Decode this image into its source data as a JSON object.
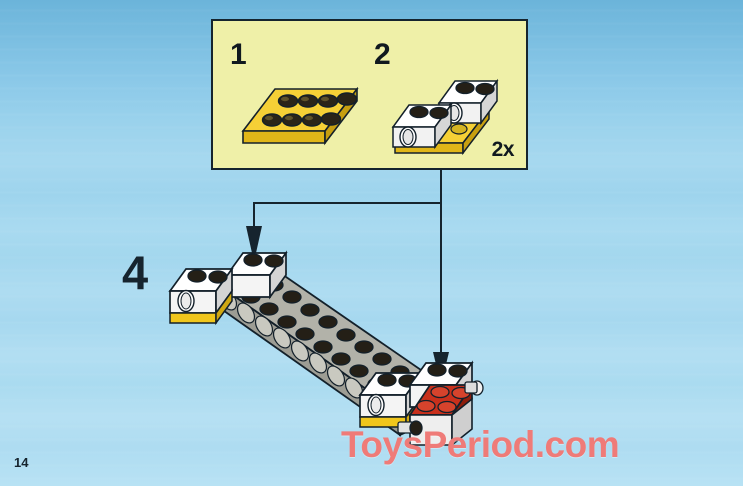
{
  "page": {
    "number": "14",
    "background_color": "#9ed4ed",
    "watermark": "ToysPeriod.com",
    "watermark_color": "#ef7b78"
  },
  "parts_box": {
    "background_color": "#eff0a8",
    "border_color": "#15242e",
    "items": [
      {
        "number": "1",
        "name": "yellow-2x4-plate",
        "color": "#f2c816",
        "stud_count": 8
      },
      {
        "number": "2",
        "name": "white-technic-brick-on-yellow-plate",
        "color": "#ffffff",
        "plate_color": "#f2c816",
        "stud_count": 4
      }
    ],
    "quantity_label": "2x"
  },
  "step": {
    "number": "4",
    "label_color": "#16242e"
  },
  "model": {
    "name": "technic-beam-assembly",
    "parts": [
      {
        "name": "gray-technic-beam",
        "color": "#a9a9a0",
        "holes": 11,
        "studs": 22
      },
      {
        "name": "white-technic-brick-left",
        "color": "#ffffff",
        "plate_color": "#f2c816"
      },
      {
        "name": "white-technic-brick-top",
        "color": "#ffffff"
      },
      {
        "name": "white-technic-brick-bottom",
        "color": "#ffffff",
        "plate_color": "#f2c816"
      },
      {
        "name": "white-technic-brick-right",
        "color": "#ffffff"
      },
      {
        "name": "red-2x2-plate",
        "color": "#c8301c",
        "stud_count": 4
      },
      {
        "name": "axle-pin-connector",
        "color": "#d8d8d8"
      }
    ]
  },
  "arrows": [
    {
      "name": "arrow-to-left-brick",
      "target": "white-technic-brick-top"
    },
    {
      "name": "arrow-to-right-brick",
      "target": "white-technic-brick-right"
    }
  ]
}
